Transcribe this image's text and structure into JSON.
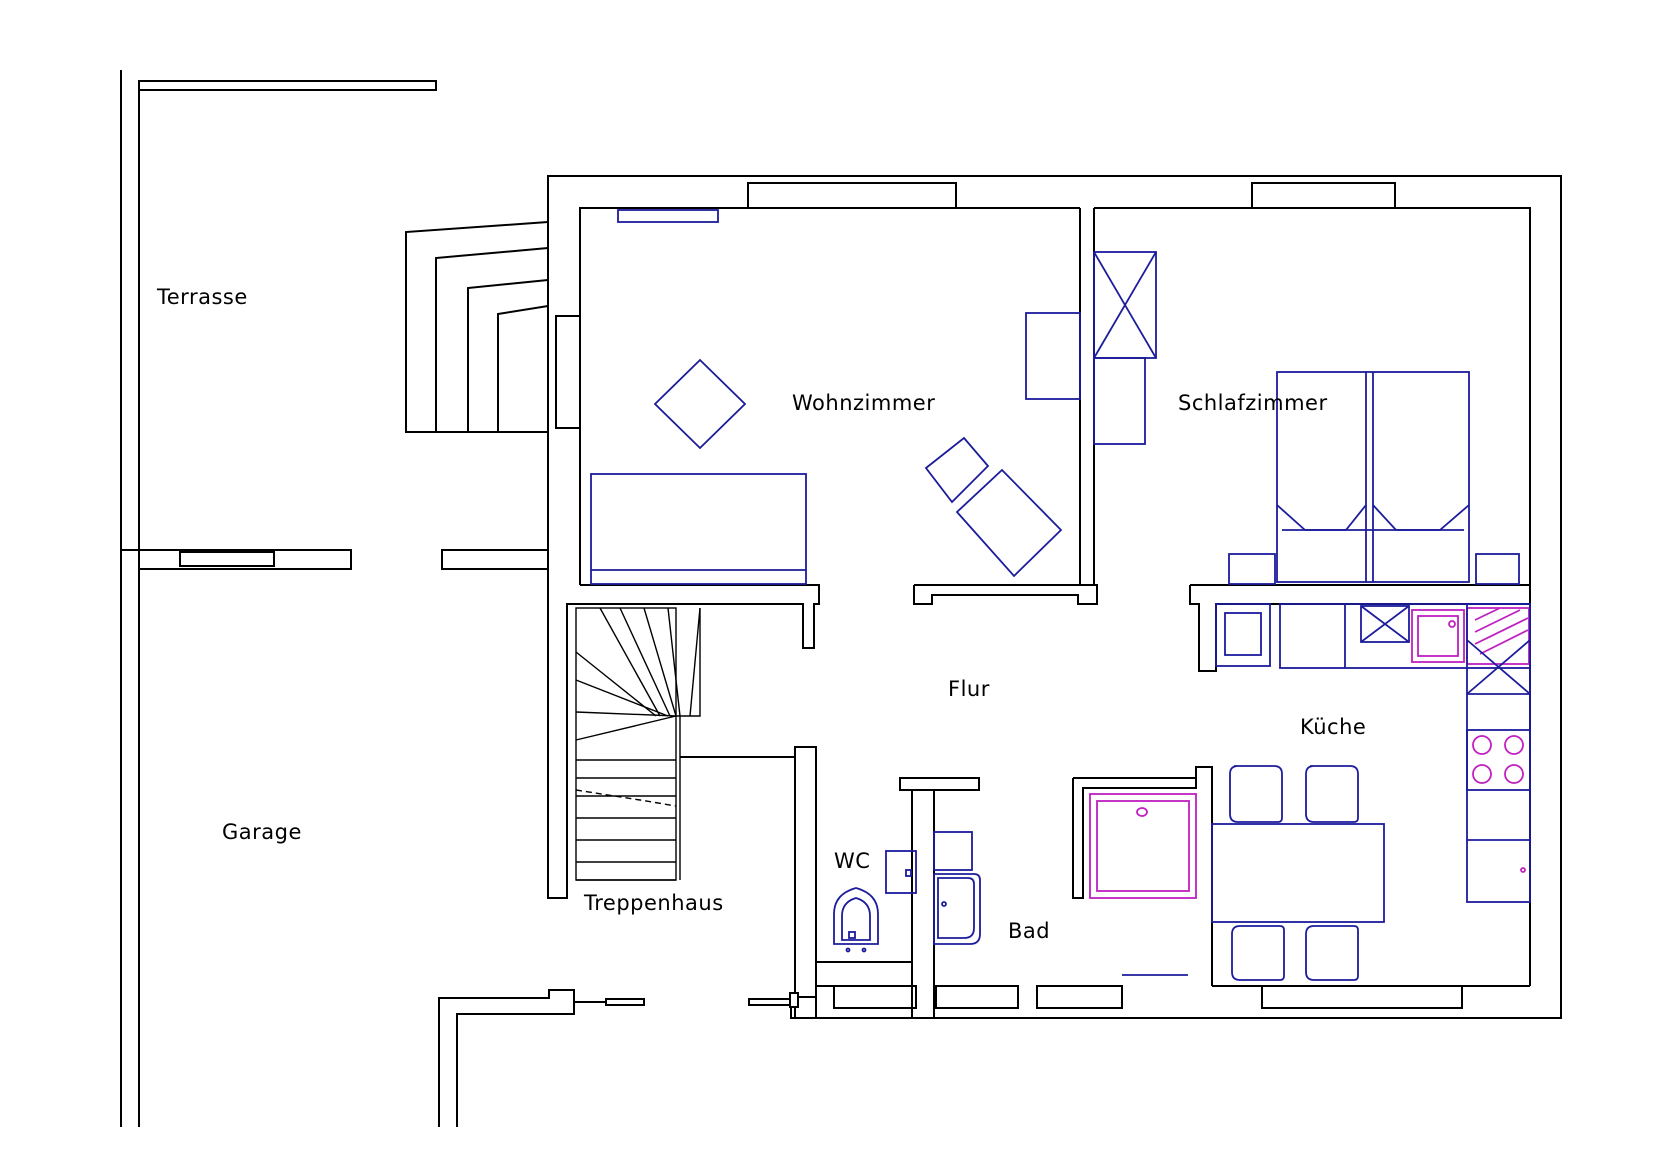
{
  "rooms": {
    "terrasse": "Terrasse",
    "garage": "Garage",
    "wohnzimmer": "Wohnzimmer",
    "schlafzimmer": "Schlafzimmer",
    "flur": "Flur",
    "kueche": "Küche",
    "wc": "WC",
    "bad": "Bad",
    "treppenhaus": "Treppenhaus"
  },
  "colors": {
    "walls": "#000000",
    "furniture": "#1c1c9c",
    "fixtures": "#c020c0"
  }
}
